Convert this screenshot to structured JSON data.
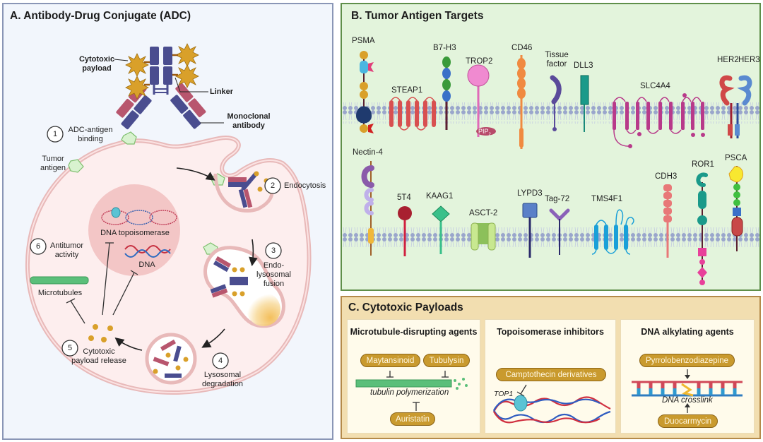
{
  "panel_a": {
    "title": "A.  Antibody-Drug Conjugate (ADC)",
    "labels": {
      "cytotoxic_payload": [
        "Cytotoxic",
        "payload"
      ],
      "linker": "Linker",
      "monoclonal_antibody": [
        "Monoclonal",
        "antibody"
      ],
      "tumor_antigen": [
        "Tumor",
        "antigen"
      ],
      "dna_topoisomerase": "DNA topoisomerase",
      "dna": "DNA",
      "microtubules": "Microtubules"
    },
    "steps": [
      {
        "number": "1",
        "label": [
          "ADC-antigen",
          "binding"
        ]
      },
      {
        "number": "2",
        "label": [
          "Endocytosis"
        ]
      },
      {
        "number": "3",
        "label": [
          "Endo-",
          "lysosomal",
          "fusion"
        ]
      },
      {
        "number": "4",
        "label": [
          "Lysosomal",
          "degradation"
        ]
      },
      {
        "number": "5",
        "label": [
          "Cytotoxic",
          "payload release"
        ]
      },
      {
        "number": "6",
        "label": [
          "Antitumor",
          "activity"
        ]
      }
    ],
    "colors": {
      "heavy_chain": "#4a4d8f",
      "light_chain": "#b8566e",
      "payload": "#d9a02a",
      "antigen": "#d8f2cf",
      "cell": "#fdeeee",
      "membrane": "#e8b9b9",
      "nucleus": "#f3c6c6"
    }
  },
  "panel_b": {
    "title": "B.  Tumor Antigen Targets",
    "pip2_label": "PIP",
    "pip2_sub": "2",
    "row1": [
      "PSMA",
      "STEAP1",
      "B7-H3",
      "TROP2",
      "CD46",
      "Tissue factor",
      "DLL3",
      "SLC4A4",
      "HER2",
      "HER3"
    ],
    "row2": [
      "Nectin-4",
      "5T4",
      "KAAG1",
      "ASCT-2",
      "LYPD3",
      "Tag-72",
      "TMS4F1",
      "CDH3",
      "ROR1",
      "PSCA"
    ],
    "membrane_color": "#9aa6cc"
  },
  "panel_c": {
    "title": "C.  Cytotoxic Payloads",
    "groups": [
      {
        "title": "Microtubule-disrupting agents",
        "drugs": [
          "Maytansinoid",
          "Tubulysin",
          "Auristatin"
        ],
        "process": "tubulin polymerization"
      },
      {
        "title": "Topoisomerase inhibitors",
        "drugs": [
          "Camptothecin derivatives"
        ],
        "target": "TOP1"
      },
      {
        "title": "DNA alkylating agents",
        "drugs": [
          "Pyrrolobenzodiazepine",
          "Duocarmycin"
        ],
        "process": "DNA crosslink"
      }
    ],
    "pill_color": "#c99a2e"
  }
}
